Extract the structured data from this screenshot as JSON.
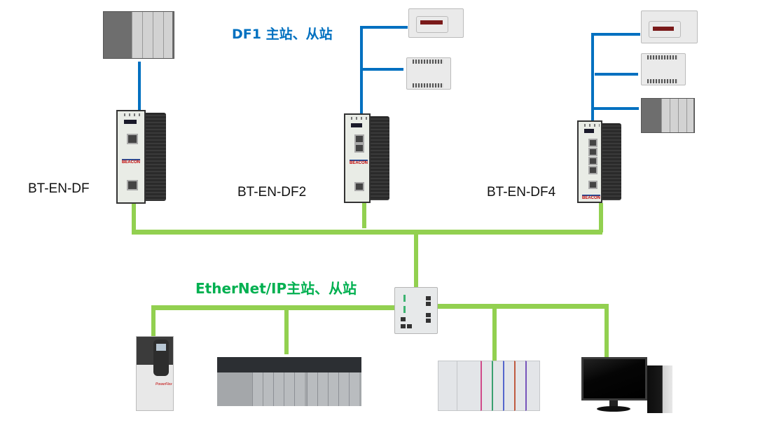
{
  "diagram": {
    "df1_title": "DF1 主站、从站",
    "ethernet_title": "EtherNet/IP主站、从站",
    "gateways": [
      {
        "label": "BT-EN-DF",
        "brand": "BEACON",
        "df1_ports": 1
      },
      {
        "label": "BT-EN-DF2",
        "brand": "BEACON",
        "df1_ports": 2
      },
      {
        "label": "BT-EN-DF4",
        "brand": "BEACON",
        "df1_ports": 4
      }
    ],
    "df1_devices": [
      {
        "name": "SLC 500 rack PLC",
        "connected_to": "BT-EN-DF"
      },
      {
        "name": "MicroLogix controller with display",
        "connected_to": "BT-EN-DF2"
      },
      {
        "name": "MicroLogix controller",
        "connected_to": "BT-EN-DF2"
      },
      {
        "name": "MicroLogix controller with display",
        "connected_to": "BT-EN-DF4"
      },
      {
        "name": "MicroLogix controller",
        "connected_to": "BT-EN-DF4"
      },
      {
        "name": "SLC 500 rack PLC",
        "connected_to": "BT-EN-DF4"
      }
    ],
    "ethernet_switch": {
      "name": "Stratix managed switch"
    },
    "ethernet_devices": [
      {
        "name": "PowerFlex drive",
        "brand_text": "PowerFlex"
      },
      {
        "name": "ControlLogix chassis"
      },
      {
        "name": "CompactLogix controller"
      },
      {
        "name": "PC workstation"
      }
    ],
    "colors": {
      "df1_wire": "#0070c0",
      "ethernet_wire": "#92d050",
      "df1_title": "#0070c0",
      "ethernet_title": "#00b050"
    }
  }
}
